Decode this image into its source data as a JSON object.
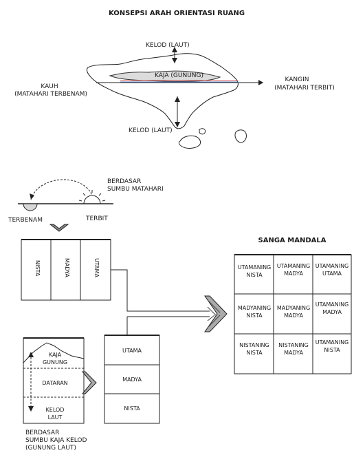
{
  "title": "KONSEPSI ARAH ORIENTASI RUANG",
  "island": {
    "kelod_top": "KELOD (LAUT)",
    "kaja": "KAJA (GUNUNG)",
    "kauh_line1": "KAUH",
    "kauh_line2": "(MATAHARI TERBENAM)",
    "kangin_line1": "KANGIN",
    "kangin_line2": "(MATAHARI TERBIT)",
    "kelod_bottom": "KELOD (LAUT)"
  },
  "sun_axis": {
    "label_line1": "BERDASAR",
    "label_line2": "SUMBU  MATAHARI",
    "terbenam": "TERBENAM",
    "terbit": "TERBIT"
  },
  "vertical_box": {
    "cols": [
      "NISTA",
      "MADYA",
      "UTAMA"
    ]
  },
  "kaja_kelod_box": {
    "kaja_line1": "KAJA",
    "kaja_line2": "GUNUNG",
    "dataran": "DATARAN",
    "kelod_line1": "KELOD",
    "kelod_line2": "LAUT",
    "caption_line1": "BERDASAR",
    "caption_line2": "SUMBU KAJA KELOD",
    "caption_line3": "(GUNUNG LAUT)"
  },
  "stack_box": {
    "rows": [
      "UTAMA",
      "MADYA",
      "NISTA"
    ]
  },
  "sanga_mandala": {
    "title": "SANGA MANDALA",
    "cells": [
      [
        "UTAMANING",
        "NISTA"
      ],
      [
        "UTAMANING",
        "MADYA"
      ],
      [
        "UTAMANING",
        "UTAMA"
      ],
      [
        "MADYANING",
        "NISTA"
      ],
      [
        "MADYANING",
        "MADYA"
      ],
      [
        "UTAMANING",
        "MADYA"
      ],
      [
        "NISTANING",
        "NISTA"
      ],
      [
        "NISTANING",
        "MADYA"
      ],
      [
        "UTAMANING",
        "NISTA"
      ]
    ]
  }
}
